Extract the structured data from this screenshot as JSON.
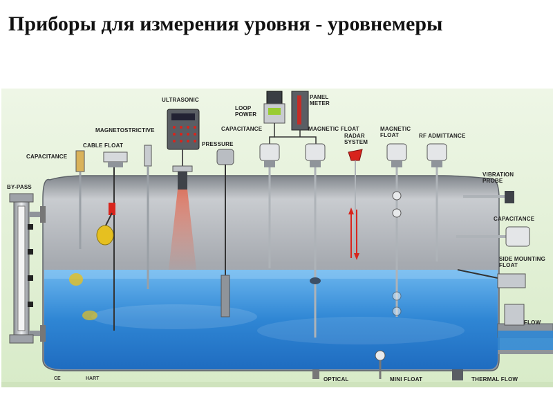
{
  "title": "Приборы для измерения уровня - уровнемеры",
  "labels": {
    "ultrasonic": "ULTRASONIC",
    "loop_power": "LOOP\nPOWER",
    "panel_meter": "PANEL\nMETER",
    "magnetostrictive": "MAGNETOSTRICTIVE",
    "capacitance_top": "CAPACITANCE",
    "magnetic_float": "MAGNETIC FLOAT",
    "magnetic_float_2": "MAGNETIC\nFLOAT",
    "rf_admittance": "RF ADMITTANCE",
    "cable_float": "CABLE FLOAT",
    "pressure": "PRESSURE",
    "radar_system": "RADAR\nSYSTEM",
    "capacitance_left": "CAPACITANCE",
    "by_pass": "BY-PASS",
    "vibration_probe": "VIBRATION\nPROBE",
    "capacitance_right": "CAPACITANCE",
    "side_mounting_float": "SIDE MOUNTING\nFLOAT",
    "flow": "FLOW",
    "optical": "OPTICAL",
    "mini_float": "MINI FLOAT",
    "thermal_flow": "THERMAL FLOW"
  },
  "certifications": [
    "CE",
    "HART"
  ],
  "colors": {
    "background": "#e2f0d6",
    "tank": "#a9adb2",
    "water": "#3a8fd8",
    "beam": "#e0705a",
    "float_yellow": "#e6c020",
    "float_red": "#d8241c"
  },
  "icons": [
    "tank",
    "probe",
    "display-unit",
    "ultrasonic-beam",
    "radar-arrow"
  ]
}
